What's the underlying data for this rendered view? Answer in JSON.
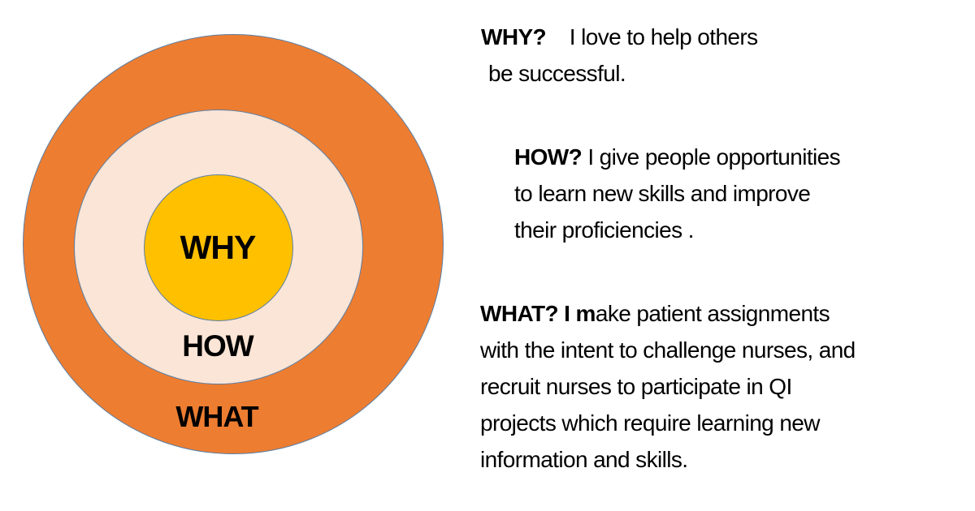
{
  "diagram": {
    "type": "golden-circle",
    "colors": {
      "outer_ring": "#ED7D31",
      "middle_ring": "#FBE5D6",
      "inner_circle": "#FFC000",
      "outline": "#5B7FA6",
      "text": "#000000"
    },
    "labels": {
      "inner": "WHY",
      "middle": "HOW",
      "outer": "WHAT"
    }
  },
  "statements": {
    "why": {
      "heading": "WHY?",
      "lines": [
        "I love to help others",
        "be successful."
      ]
    },
    "how": {
      "heading": "HOW?",
      "lines": [
        "I give people opportunities",
        "to learn new skills and improve",
        "their proficiencies ."
      ]
    },
    "what": {
      "heading": "WHAT? I m",
      "lines": [
        "ake patient assignments",
        "with the intent to challenge nurses, and",
        "recruit nurses to participate in QI",
        "projects which require learning new",
        "information and skills."
      ]
    }
  }
}
